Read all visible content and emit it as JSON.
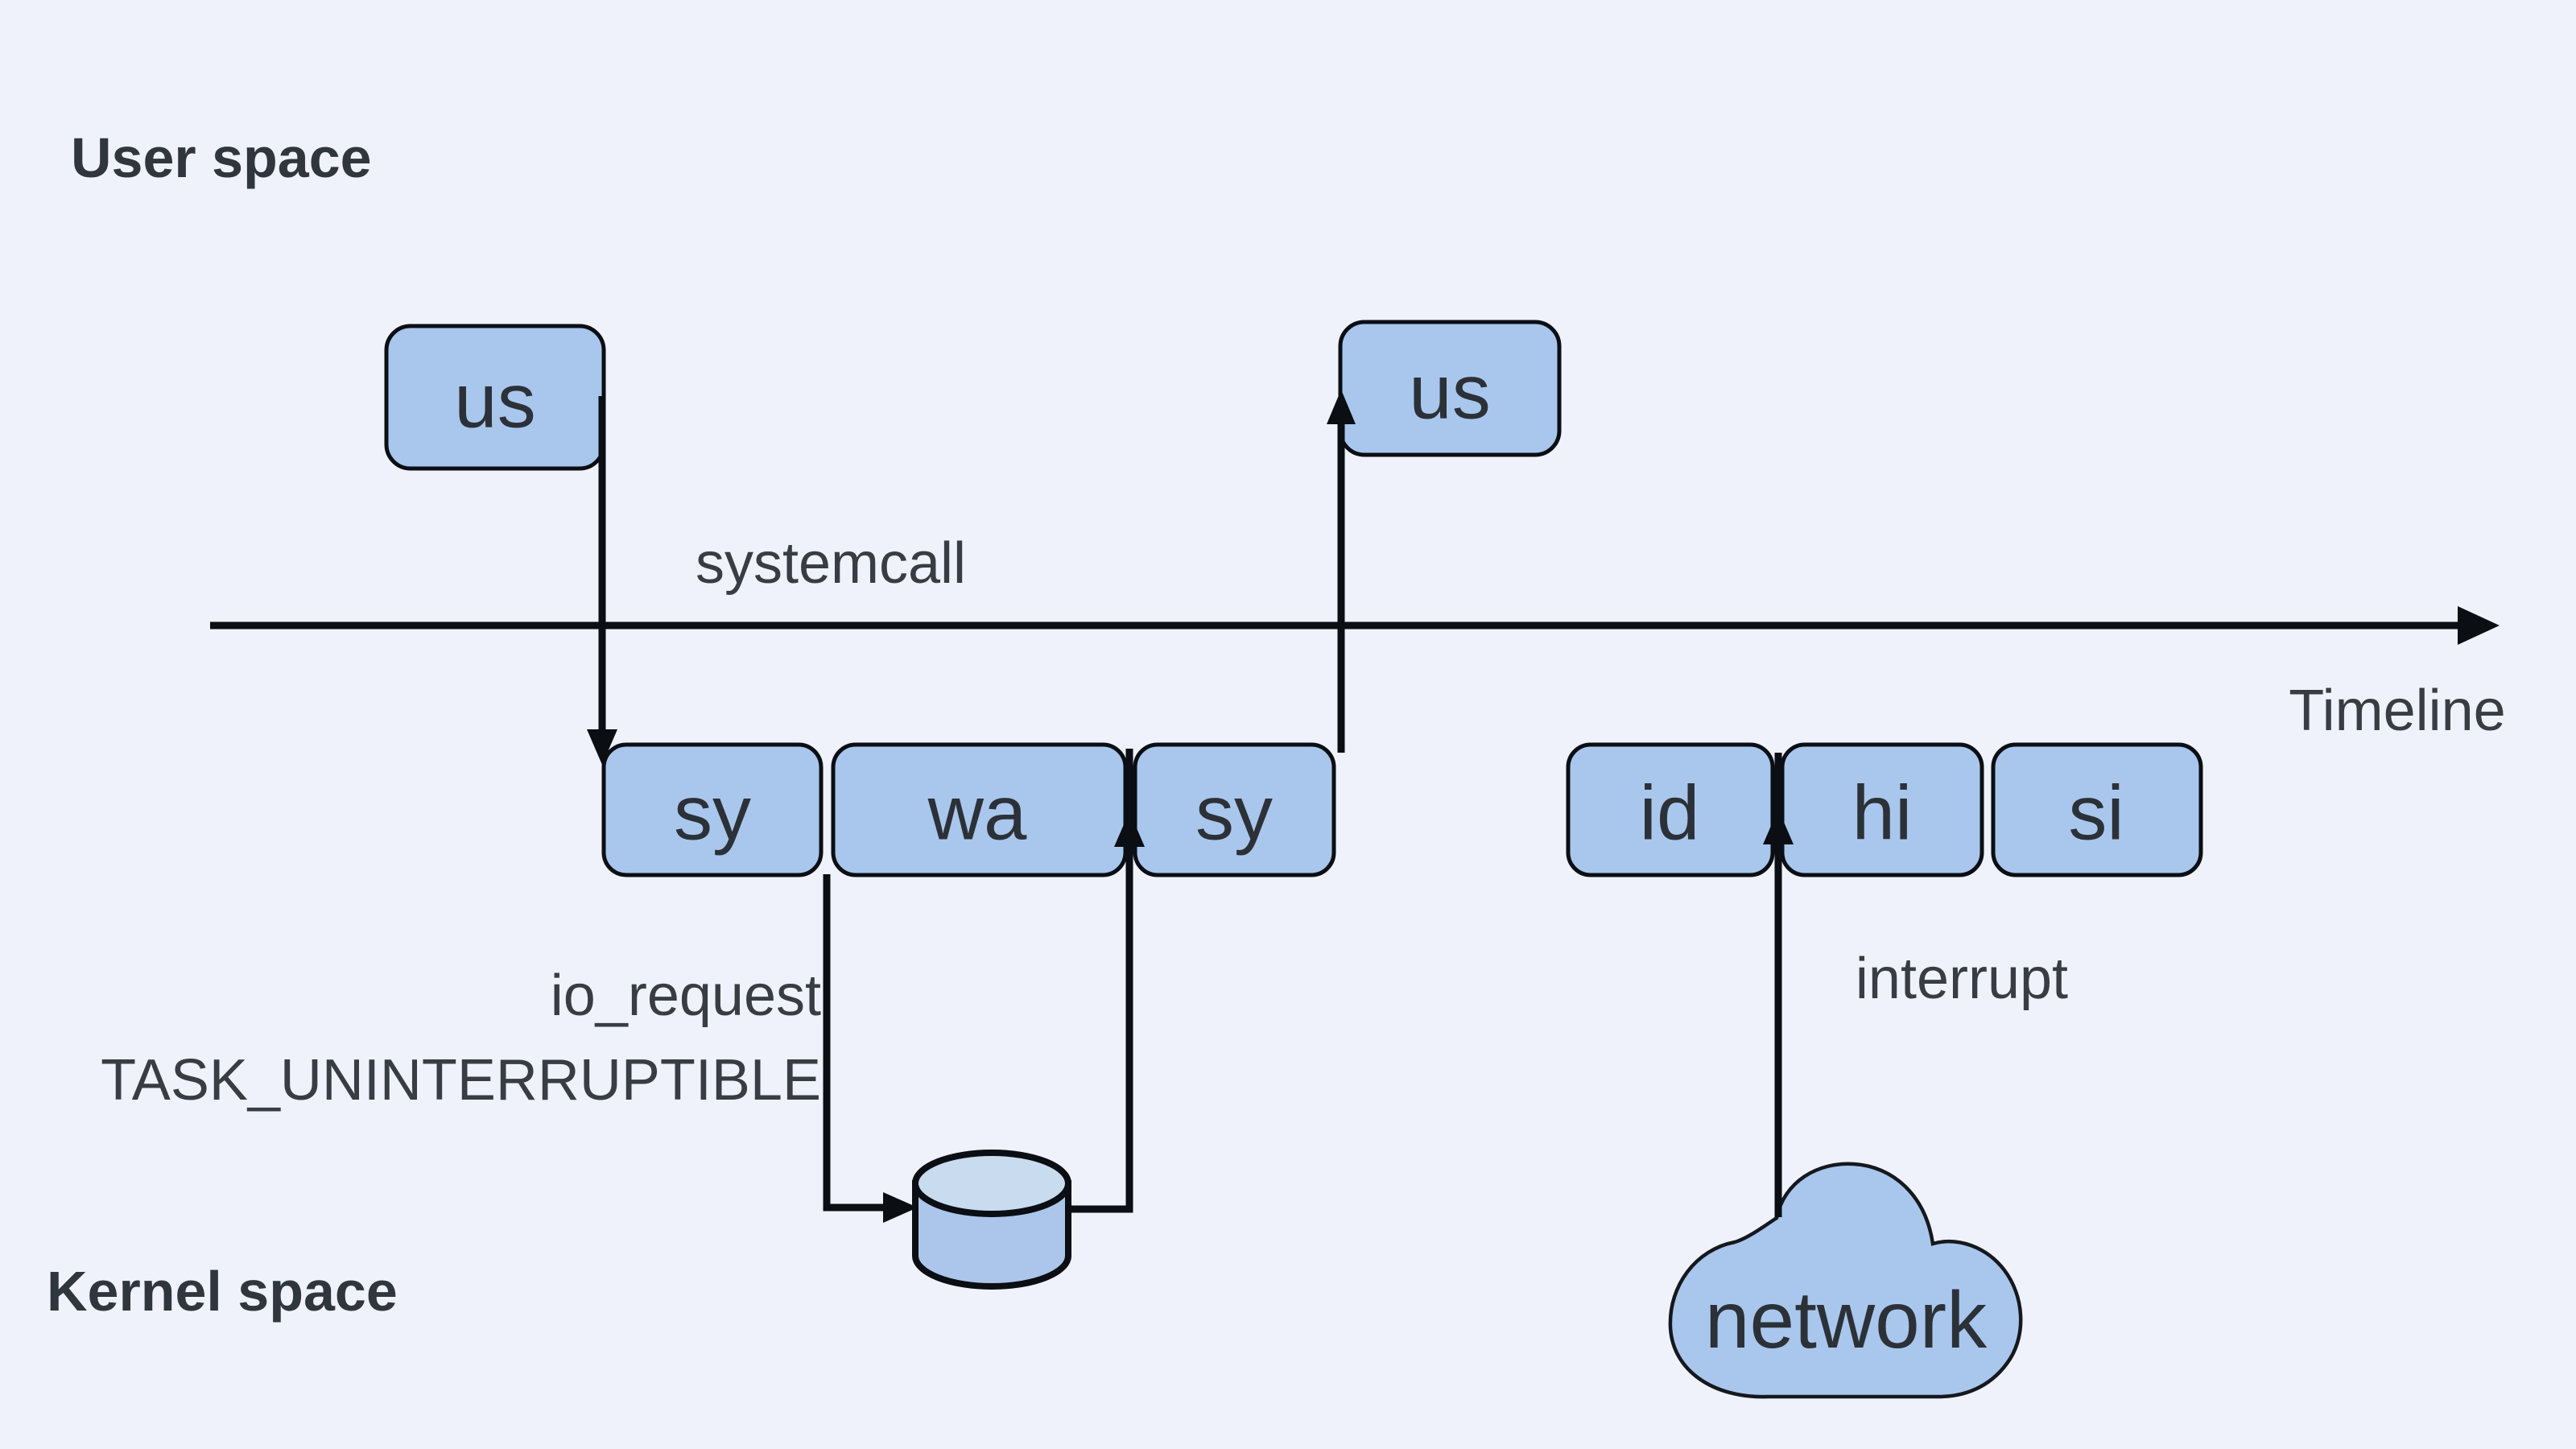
{
  "colors": {
    "background": "#eff2fa",
    "node_fill": "#a9c7ed",
    "node_border": "#0b0e13",
    "cylinder_top_fill": "#c9dbee",
    "cylinder_body_fill": "#abc6ea",
    "line": "#0b0e13",
    "text": "#33383f"
  },
  "regions": {
    "user_space": "User space",
    "kernel_space": "Kernel space"
  },
  "timeline": {
    "label": "Timeline"
  },
  "annotations": {
    "systemcall": "systemcall",
    "io_request": "io_request",
    "task_state": "TASK_UNINTERRUPTIBLE",
    "interrupt": "interrupt"
  },
  "nodes": {
    "user_boxes": [
      {
        "label": "us"
      },
      {
        "label": "us"
      }
    ],
    "kernel_boxes": [
      {
        "label": "sy"
      },
      {
        "label": "wa"
      },
      {
        "label": "sy"
      }
    ],
    "interrupt_boxes": [
      {
        "label": "id"
      },
      {
        "label": "hi"
      },
      {
        "label": "si"
      }
    ],
    "network": {
      "label": "network"
    }
  }
}
